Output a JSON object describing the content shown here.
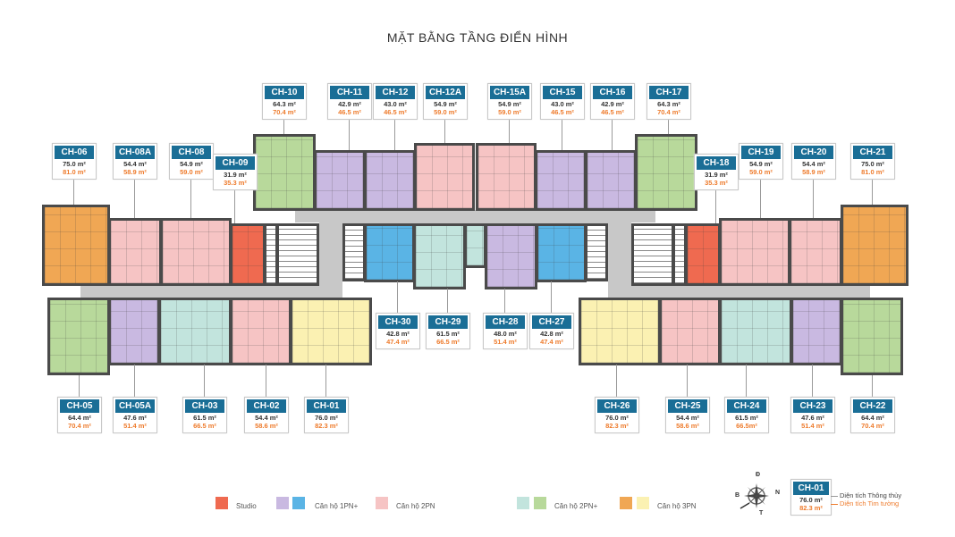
{
  "title": "MẶT BẰNG TẦNG ĐIỂN HÌNH",
  "units": [
    {
      "id": "CH-10",
      "net": "64.3 m²",
      "gross": "70.4 m²"
    },
    {
      "id": "CH-11",
      "net": "42.9 m²",
      "gross": "46.5 m²"
    },
    {
      "id": "CH-12",
      "net": "43.0 m²",
      "gross": "46.5 m²"
    },
    {
      "id": "CH-12A",
      "net": "54.9 m²",
      "gross": "59.0 m²"
    },
    {
      "id": "CH-15A",
      "net": "54.9 m²",
      "gross": "59.0 m²"
    },
    {
      "id": "CH-15",
      "net": "43.0 m²",
      "gross": "46.5 m²"
    },
    {
      "id": "CH-16",
      "net": "42.9 m²",
      "gross": "46.5 m²"
    },
    {
      "id": "CH-17",
      "net": "64.3 m²",
      "gross": "70.4 m²"
    },
    {
      "id": "CH-06",
      "net": "75.0 m²",
      "gross": "81.0 m²"
    },
    {
      "id": "CH-08A",
      "net": "54.4 m²",
      "gross": "58.9 m²"
    },
    {
      "id": "CH-08",
      "net": "54.9 m²",
      "gross": "59.0 m²"
    },
    {
      "id": "CH-09",
      "net": "31.9 m²",
      "gross": "35.3 m²"
    },
    {
      "id": "CH-18",
      "net": "31.9 m²",
      "gross": "35.3 m²"
    },
    {
      "id": "CH-19",
      "net": "54.9 m²",
      "gross": "59.0 m²"
    },
    {
      "id": "CH-20",
      "net": "54.4 m²",
      "gross": "58.9 m²"
    },
    {
      "id": "CH-21",
      "net": "75.0 m²",
      "gross": "81.0 m²"
    },
    {
      "id": "CH-30",
      "net": "42.8 m²",
      "gross": "47.4 m²"
    },
    {
      "id": "CH-29",
      "net": "61.5 m²",
      "gross": "66.5 m²"
    },
    {
      "id": "CH-28",
      "net": "48.0 m²",
      "gross": "51.4 m²"
    },
    {
      "id": "CH-27",
      "net": "42.8 m²",
      "gross": "47.4 m²"
    },
    {
      "id": "CH-05",
      "net": "64.4 m²",
      "gross": "70.4 m²"
    },
    {
      "id": "CH-05A",
      "net": "47.6 m²",
      "gross": "51.4 m²"
    },
    {
      "id": "CH-03",
      "net": "61.5 m²",
      "gross": "66.5 m²"
    },
    {
      "id": "CH-02",
      "net": "54.4 m²",
      "gross": "58.6 m²"
    },
    {
      "id": "CH-01",
      "net": "76.0 m²",
      "gross": "82.3 m²"
    },
    {
      "id": "CH-26",
      "net": "76.0 m²",
      "gross": "82.3 m²"
    },
    {
      "id": "CH-25",
      "net": "54.4 m²",
      "gross": "58.6 m²"
    },
    {
      "id": "CH-24",
      "net": "61.5 m²",
      "gross": "66.5m²"
    },
    {
      "id": "CH-23",
      "net": "47.6 m²",
      "gross": "51.4 m²"
    },
    {
      "id": "CH-22",
      "net": "64.4 m²",
      "gross": "70.4 m²"
    }
  ],
  "colors": {
    "studio": "#ef6a50",
    "purple": "#c9b9e1",
    "blue": "#5ab4e5",
    "pink": "#f6c4c4",
    "teal": "#c2e4dd",
    "green": "#b8d99b",
    "orange": "#f0a754",
    "yellow": "#fbf1b2",
    "header": "#1a6e96",
    "gross": "#ee7b2c"
  },
  "legend": [
    {
      "label": "Studio"
    },
    {
      "label": "Căn hộ 1PN+"
    },
    {
      "label": "Căn hộ 2PN"
    },
    {
      "label": "Căn hộ 2PN+"
    },
    {
      "label": "Căn hộ 3PN"
    }
  ],
  "compass": {
    "north": "Đ",
    "east": "N",
    "west": "B",
    "south": "T"
  },
  "key": {
    "id": "CH-01",
    "net": "76.0 m²",
    "gross": "82.3 m²",
    "net_label": "Diện tích Thông thủy",
    "gross_label": "Diện tích Tim tường"
  }
}
